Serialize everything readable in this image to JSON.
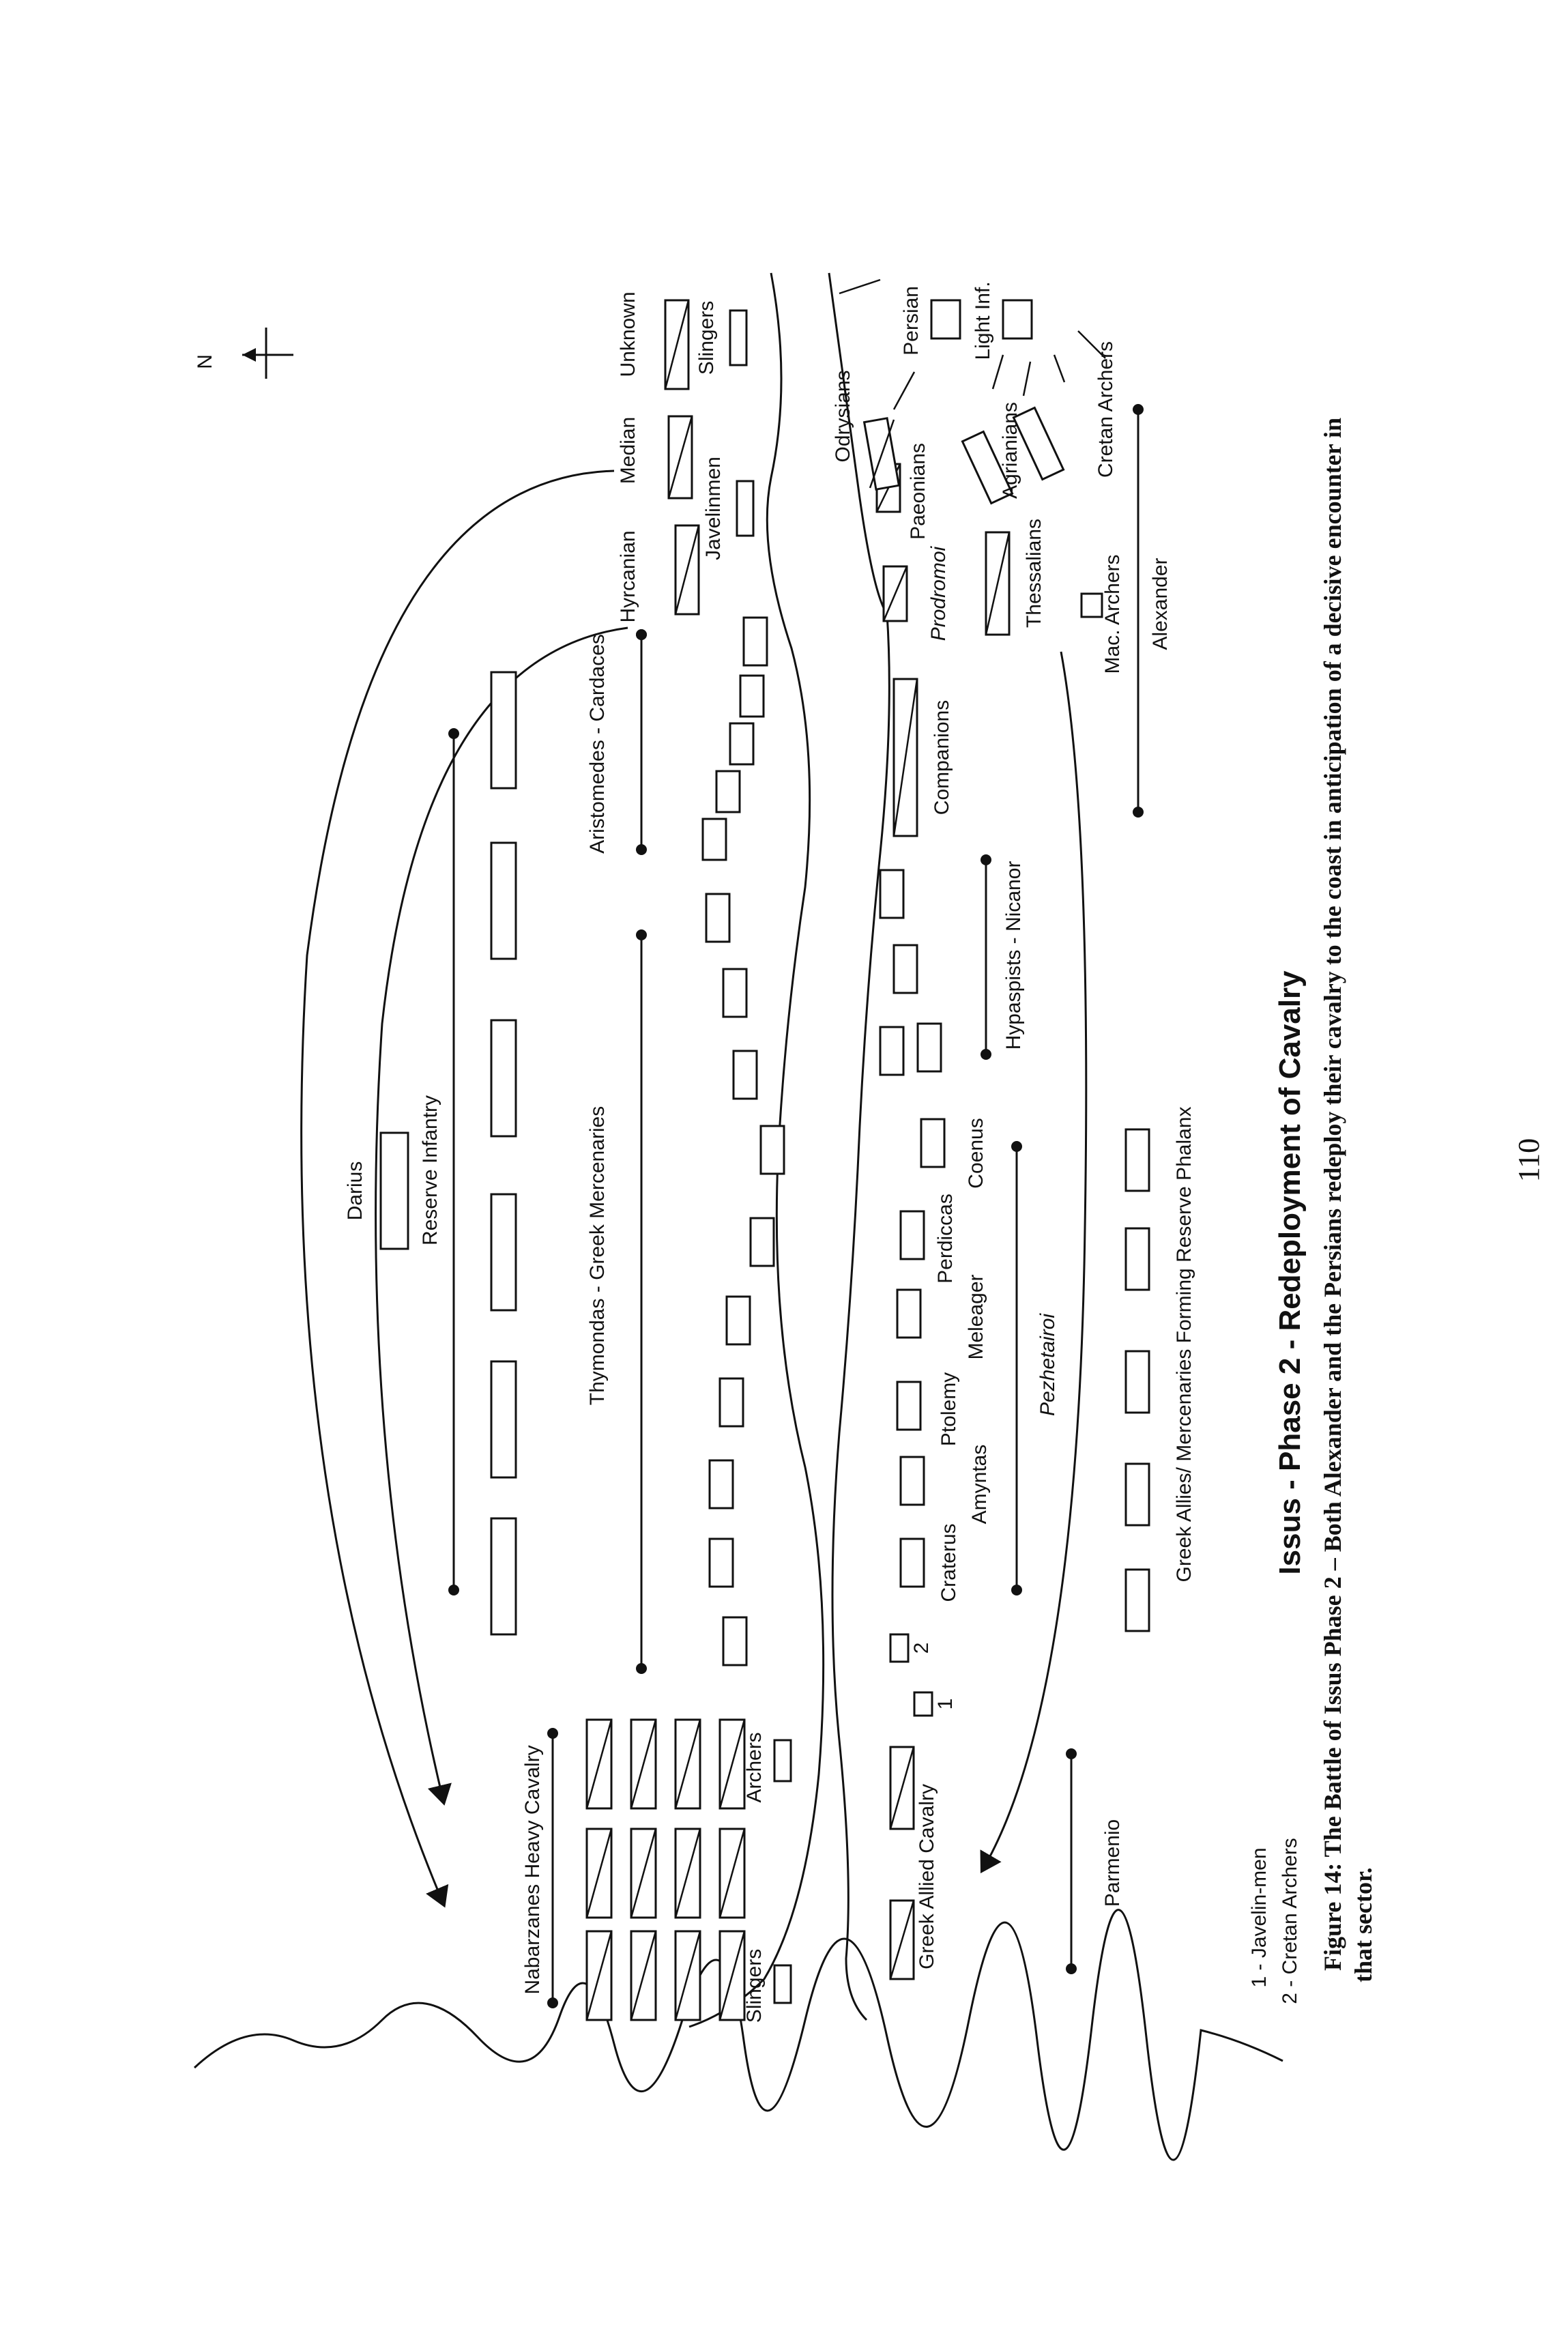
{
  "title": "Issus - Phase 2 - Redeployment of Cavalry",
  "caption": "Figure 14: The Battle of Issus Phase 2 – Both Alexander and the Persians redeploy their cavalry to the coast in anticipation of a decisive encounter in that sector.",
  "caption_line1": "Figure 14: The Battle of Issus Phase 2 – Both Alexander and the Persians redeploy their cavalry to the coast in anticipation of a decisive encounter in",
  "caption_line2": "that sector.",
  "page_number": "110",
  "compass": "N",
  "legend": [
    "1 - Javelin-men",
    "2 - Cretan Archers"
  ],
  "persian": {
    "darius": "Darius",
    "reserve": "Reserve Infantry",
    "mercenaries": "Thymondas - Greek Mercenaries",
    "cardaces": "Aristomedes - Cardaces",
    "nabarzanes": "Nabarzanes Heavy Cavalry",
    "slingers_left": "Slingers",
    "archers": "Archers",
    "hyrcanian": "Hyrcanian",
    "median": "Median",
    "unknown": "Unknown",
    "javelinmen": "Javelinmen",
    "slingers_right": "Slingers"
  },
  "macedonian": {
    "greek_allied_cavalry": "Greek Allied Cavalry",
    "parmenio": "Parmenio",
    "num1": "1",
    "num2": "2",
    "craterus": "Craterus",
    "amyntas": "Amyntas",
    "ptolemy": "Ptolemy",
    "meleager": "Meleager",
    "perdiccas": "Perdiccas",
    "coenus": "Coenus",
    "pezhetairoi": "Pezhetairoi",
    "reserve_phalanx": "Greek Allies/ Mercenaries Forming Reserve Phalanx",
    "hypaspists": "Hypaspists - Nicanor",
    "companions": "Companions",
    "thessalians": "Thessalians",
    "prodromoi": "Prodromoi",
    "mac_archers": "Mac. Archers",
    "alexander": "Alexander",
    "paeonians": "Paeonians",
    "odrysians": "Odrysians",
    "agrianians": "Agrianians",
    "cretan_archers": "Cretan Archers",
    "persian_light_inf": "Persian",
    "light_inf": "Light Inf."
  },
  "colors": {
    "ink": "#111111",
    "paper": "#ffffff"
  }
}
